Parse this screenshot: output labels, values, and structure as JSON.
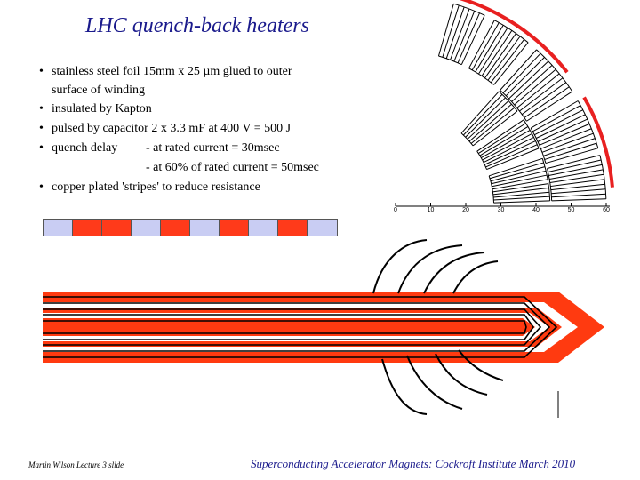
{
  "title": "LHC quench-back heaters",
  "bullets": {
    "b1_line1": "stainless steel foil 15mm x 25 µm glued to outer",
    "b1_line2": "surface of winding",
    "b2": "insulated by Kapton",
    "b3": "pulsed by capacitor 2 x 3.3 mF at 400 V = 500 J",
    "b4_label": "quench delay",
    "b4_val1": "- at rated current = 30msec",
    "b4_val2": "- at 60% of rated current = 50msec",
    "b5": "copper plated 'stripes' to reduce resistance"
  },
  "stripes": [
    "blue",
    "red",
    "red",
    "blue",
    "red",
    "blue",
    "red",
    "blue",
    "red",
    "blue"
  ],
  "stripe_colors": {
    "blue": "#c9cdf3",
    "red": "#ff3a1a"
  },
  "axis_ticks": [
    "0",
    "10",
    "20",
    "30",
    "40",
    "50",
    "60"
  ],
  "footer": {
    "left": "Martin Wilson Lecture 3 slide",
    "right": "Superconducting Accelerator Magnets: Cockroft Institute March 2010"
  },
  "colors": {
    "title": "#1a1a8c",
    "heater": "#e82020",
    "fill": "#ff3a10"
  }
}
